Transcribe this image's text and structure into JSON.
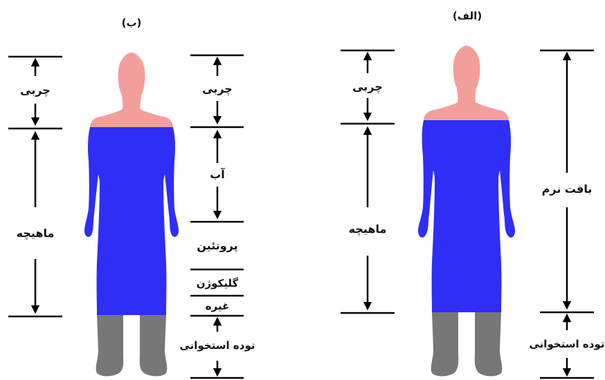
{
  "colors": {
    "skin": "#f29f9c",
    "suit": "#2e2ef7",
    "suit_outline": "#1a1aa8",
    "legs": "#777777",
    "line": "#000000"
  },
  "panel_b": {
    "title": "(ب)",
    "left_labels": {
      "fat": "چربی",
      "muscle": "ماهیچه"
    },
    "right_labels": {
      "fat": "چربی",
      "water": "آب",
      "protein": "پروتئین",
      "glycogen": "گلیکوژن",
      "etc": "غیره",
      "bone": "توده استخوانی"
    }
  },
  "panel_a": {
    "title": "(الف)",
    "left_labels": {
      "fat": "چربی",
      "muscle": "ماهیچه"
    },
    "right_labels": {
      "soft_tissue": "بافت نرم",
      "bone": "توده استخوانی"
    }
  }
}
